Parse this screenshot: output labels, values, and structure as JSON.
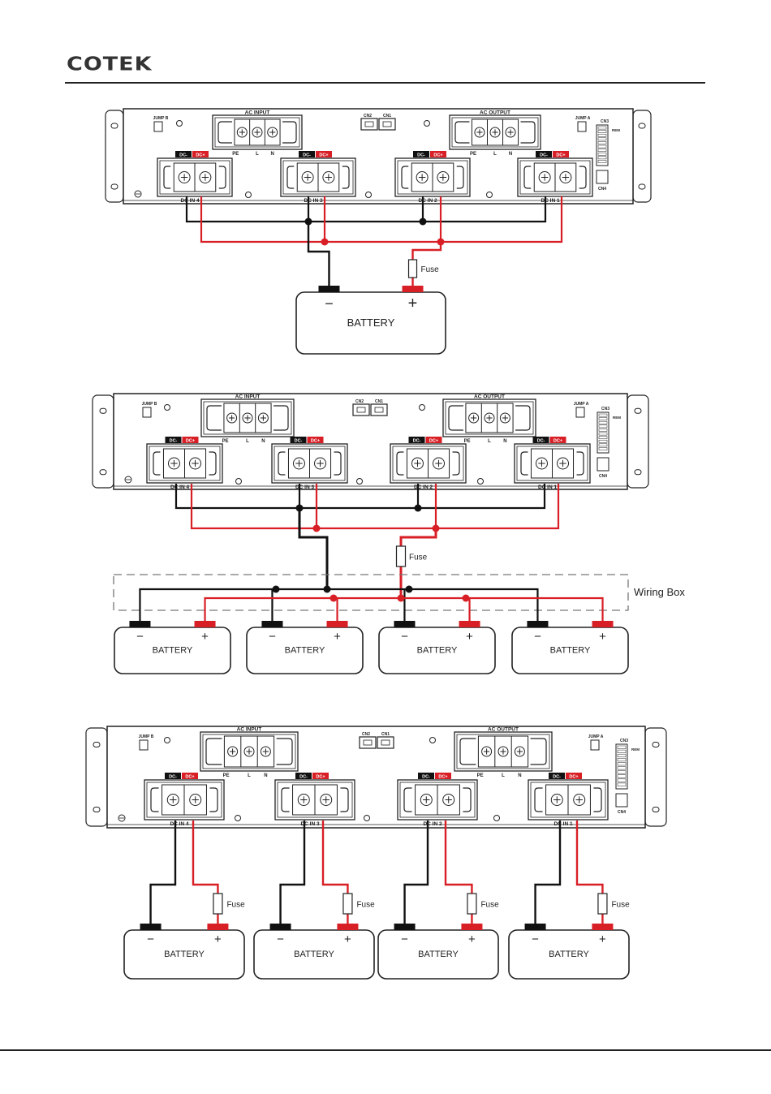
{
  "header": {
    "brand": "COTEK"
  },
  "unit_labels": {
    "ac_input": "AC INPUT",
    "ac_output": "AC OUTPUT",
    "pe": "PE",
    "l": "L",
    "n": "N",
    "dc_minus": "DC-",
    "dc_plus": "DC+",
    "jump_a": "JUMP A",
    "jump_b": "JUMP B",
    "cn1": "CN1",
    "cn2": "CN2",
    "cn3": "CN3",
    "cn4": "CN4",
    "rem": "REM"
  },
  "dc_inputs": [
    "DC IN 4",
    "DC IN 3",
    "DC IN 2",
    "DC IN 1"
  ],
  "battery": {
    "label": "BATTERY",
    "minus": "−",
    "plus": "+"
  },
  "fuse_label": "Fuse",
  "wiring_box_label": "Wiring Box",
  "diagrams": [
    {
      "id": "single-battery",
      "battery_count": 1,
      "fuse_count": 1
    },
    {
      "id": "wiring-box",
      "battery_count": 4,
      "fuse_count": 1
    },
    {
      "id": "individual",
      "battery_count": 4,
      "fuse_count": 4
    }
  ],
  "colors": {
    "negative_wire": "#111111",
    "positive_wire": "#d81f26",
    "line": "#222222"
  }
}
